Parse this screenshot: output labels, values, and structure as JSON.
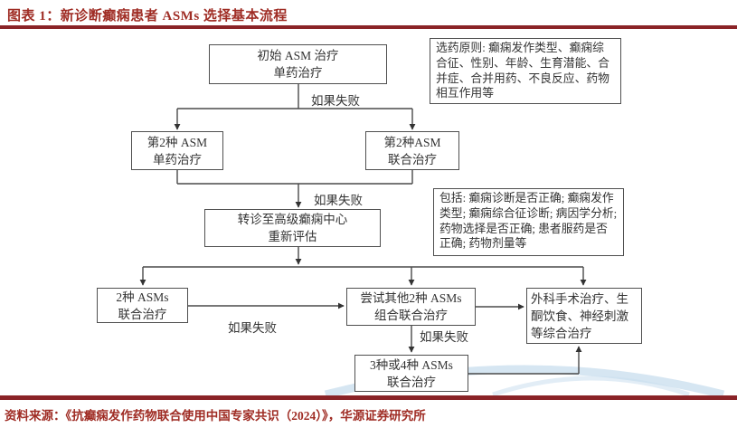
{
  "title": "图表 1：新诊断癫痫患者 ASMs 选择基本流程",
  "source": "资料来源：《抗癫痫发作药物联合使用中国专家共识（2024）》，华源证券研究所",
  "colors": {
    "accent_red": "#9f2c24",
    "rule_red": "#8a2327",
    "box_border": "#4f4f4f",
    "ink": "#333333",
    "watermark_blue": "#b5d2e8"
  },
  "flowchart": {
    "nodes": {
      "initial": "初始 ASM 治疗\n单药治疗",
      "second_mono": "第2种 ASM\n单药治疗",
      "second_combo": "第2种ASM\n联合治疗",
      "referral": "转诊至高级癫痫中心\n重新评估",
      "two_asms": "2种 ASMs\n联合治疗",
      "try_other": "尝试其他2种 ASMs\n组合联合治疗",
      "comprehensive": "外科手术治疗、生酮饮食、神经刺激等综合治疗",
      "three_four": "3种或4种 ASMs\n联合治疗"
    },
    "edge_label_fail": "如果失败",
    "notes": {
      "principles": "选药原则: 癫痫发作类型、癫痫综合征、性别、年龄、生育潜能、合并症、合并用药、不良反应、药物相互作用等",
      "includes": "包括: 癫痫诊断是否正确; 癫痫发作类型; 癫痫综合征诊断; 病因学分析; 药物选择是否正确; 患者服药是否正确; 药物剂量等"
    }
  }
}
